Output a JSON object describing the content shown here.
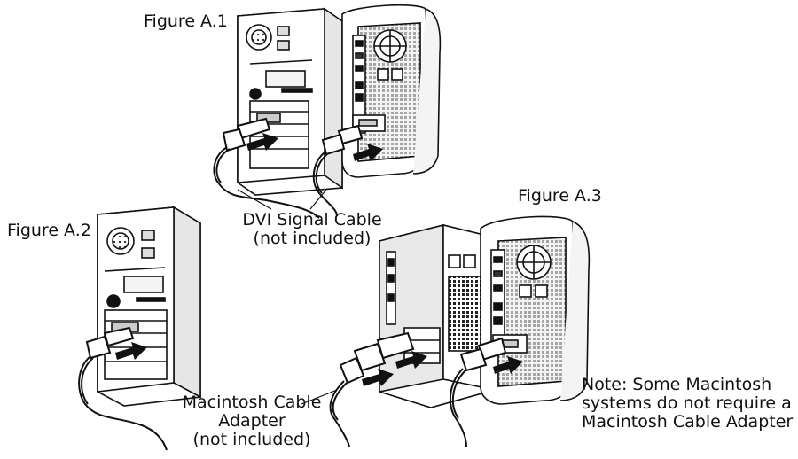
{
  "figures": {
    "a1": {
      "label": "Figure A.1"
    },
    "a2": {
      "label": "Figure A.2"
    },
    "a3": {
      "label": "Figure A.3"
    }
  },
  "callouts": {
    "dvi_cable": {
      "line1": "DVI Signal Cable",
      "line2": "(not included)"
    },
    "mac_adapter": {
      "line1": "Macintosh Cable",
      "line2": "Adapter",
      "line3": "(not included)"
    },
    "note": {
      "line1": "Note: Some Macintosh",
      "line2": "systems do not require a",
      "line3": "Macintosh Cable Adapter"
    }
  }
}
